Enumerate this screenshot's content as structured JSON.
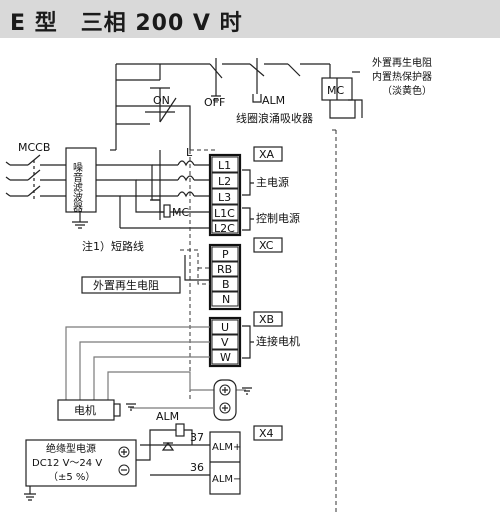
{
  "header": {
    "title": "E 型　三相 200 V 时"
  },
  "diagram": {
    "labels": {
      "ext_regen_thermal": "外置再生电阻",
      "ext_regen_thermal_2": "内置热保护器",
      "ext_regen_thermal_3": "（淡黄色）",
      "on": "ON",
      "off": "OFF",
      "alm_relay": "ALM",
      "mc_top": "MC",
      "surge": "线圈浪涌吸收器",
      "mccb": "MCCB",
      "filter": "噪音滤波器",
      "reactor": "L",
      "mc_coil": "MC",
      "main_power": "主电源",
      "control_power": "控制电源",
      "note_short": "注1）短路线",
      "ext_regen": "外置再生电阻",
      "motor_conn": "连接电机",
      "motor": "电机",
      "alm_diode": "ALM",
      "pin37": "37",
      "pin36": "36",
      "psu_line1": "绝缘型电源",
      "psu_line2": "DC12 V～24 V",
      "psu_line3": "（±5 %）"
    },
    "connectors": {
      "xa": "XA",
      "xc": "XC",
      "xb": "XB",
      "x4": "X4"
    },
    "terminals": {
      "xa": [
        "L1",
        "L2",
        "L3",
        "L1C",
        "L2C"
      ],
      "xc": [
        "P",
        "RB",
        "B",
        "N"
      ],
      "xb": [
        "U",
        "V",
        "W"
      ],
      "x4": [
        "ALM+",
        "ALM−"
      ]
    }
  }
}
